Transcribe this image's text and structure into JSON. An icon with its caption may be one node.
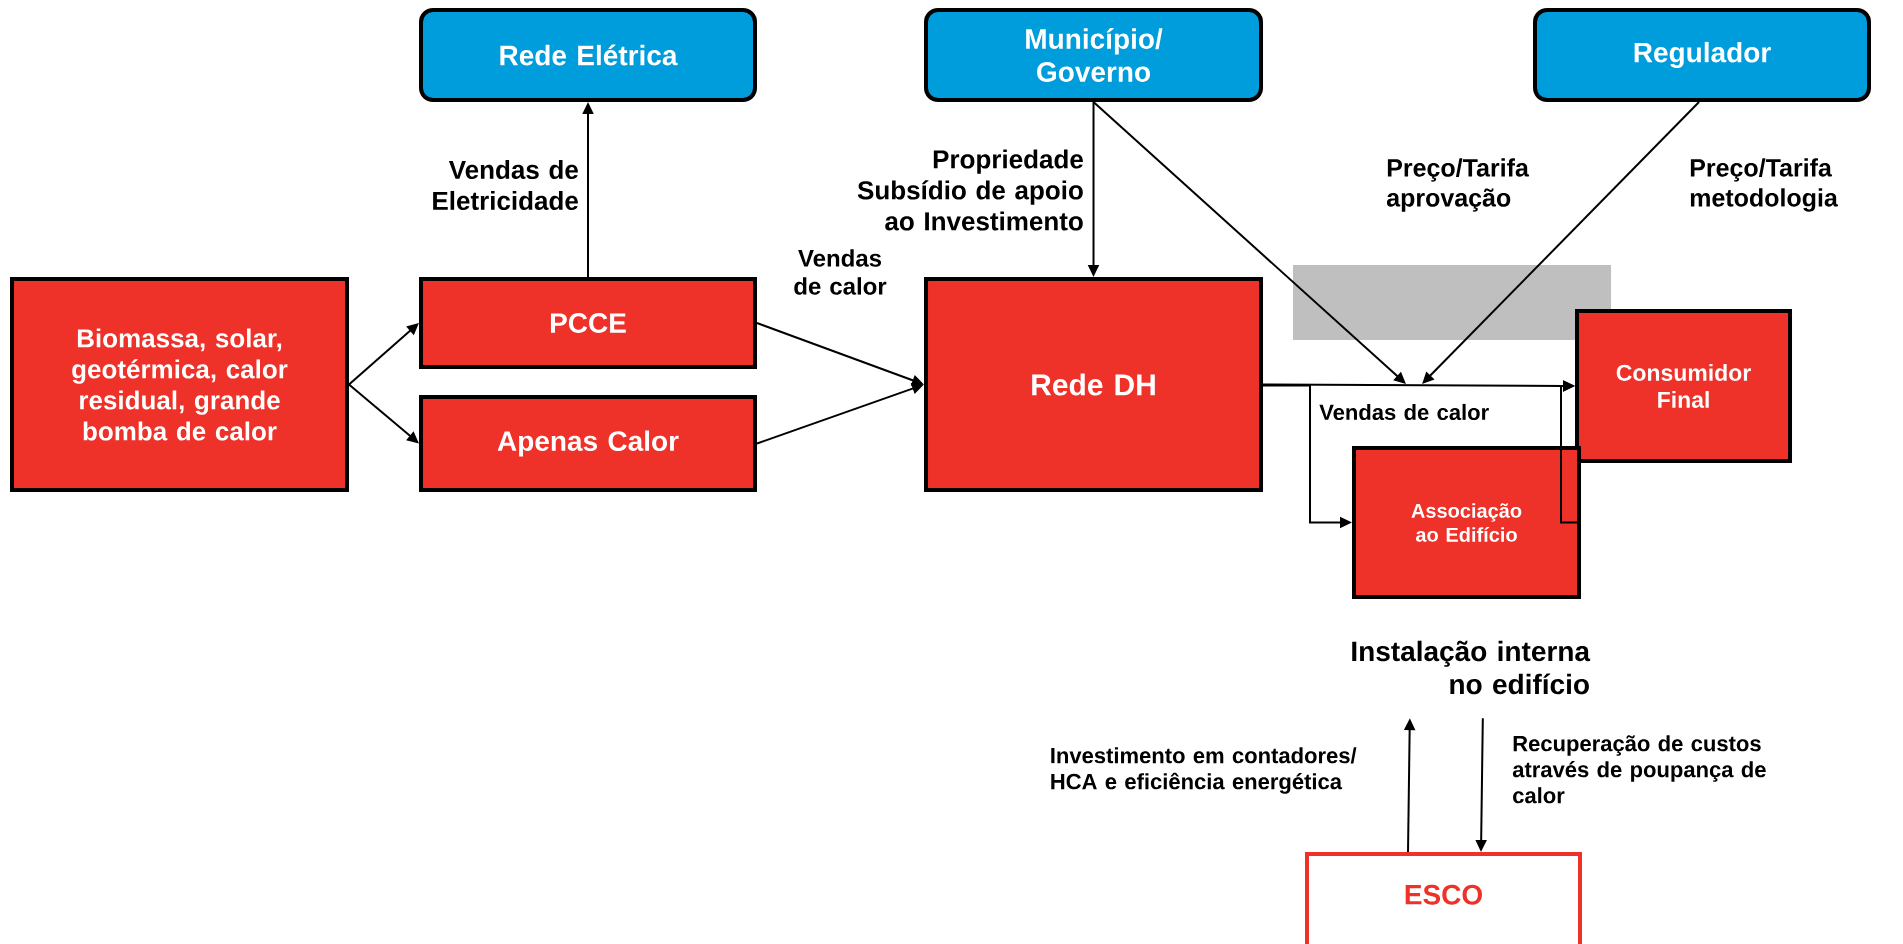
{
  "diagram": {
    "nodes": [
      {
        "text": [
          "Biomassa, solar, geotérmica, calor residual, grande bomba de calor"
        ]
      },
      {
        "text": [
          "Rede Elétrica"
        ]
      },
      {
        "text": [
          "PCCE"
        ]
      },
      {
        "text": [
          "Apenas Calor"
        ]
      },
      {
        "text": [
          "Município/ Governo"
        ]
      },
      {
        "text": [
          "Rede DH"
        ]
      },
      {
        "text": [
          "Regulador"
        ]
      },
      {
        "text": [
          "Consumidor Final"
        ]
      },
      {
        "text": [
          "Associação ao Edifício"
        ]
      },
      {
        "text": [
          "Instalação interna no edifício"
        ]
      },
      {
        "text": [
          "ESCO"
        ]
      },
      {
        "text": [],
        "shape": "box"
      }
    ],
    "edges": [
      {
        "from": 0,
        "to": 2,
        "arrow": "to"
      },
      {
        "from": 0,
        "to": 3,
        "arrow": "to"
      },
      {
        "from": 2,
        "to": 1,
        "arrow": "to",
        "label": "Vendas de Eletricidade"
      },
      {
        "from": 2,
        "to": 5,
        "arrow": "to",
        "label": "Vendas de calor"
      },
      {
        "from": 3,
        "to": 5,
        "arrow": "to"
      },
      {
        "from": 4,
        "to": 5,
        "arrow": "to",
        "label": "Propriedade Subsídio de apoio ao Investimento"
      },
      {
        "from": 4,
        "to": null,
        "arrow": "to"
      },
      {
        "from": 6,
        "to": null,
        "arrow": "to",
        "label": "Preço/Tarifa aprovação"
      },
      {
        "from": 5,
        "to": 7,
        "arrow": "to",
        "label": "Vendas de calor"
      },
      {
        "from": 5,
        "to": 8,
        "arrow": "to"
      },
      {
        "from": 8,
        "to": 7,
        "arrow": "to"
      },
      {
        "from": 10,
        "to": 9,
        "arrow": "to",
        "label": "Investimento em contadores/ HCA e eficiência energética"
      },
      {
        "from": 9,
        "to": 10,
        "arrow": "to",
        "label": "Recuperação de custos através de poupança de calor"
      }
    ],
    "labels": [
      "Preço/Tarifa metodologia"
    ]
  }
}
